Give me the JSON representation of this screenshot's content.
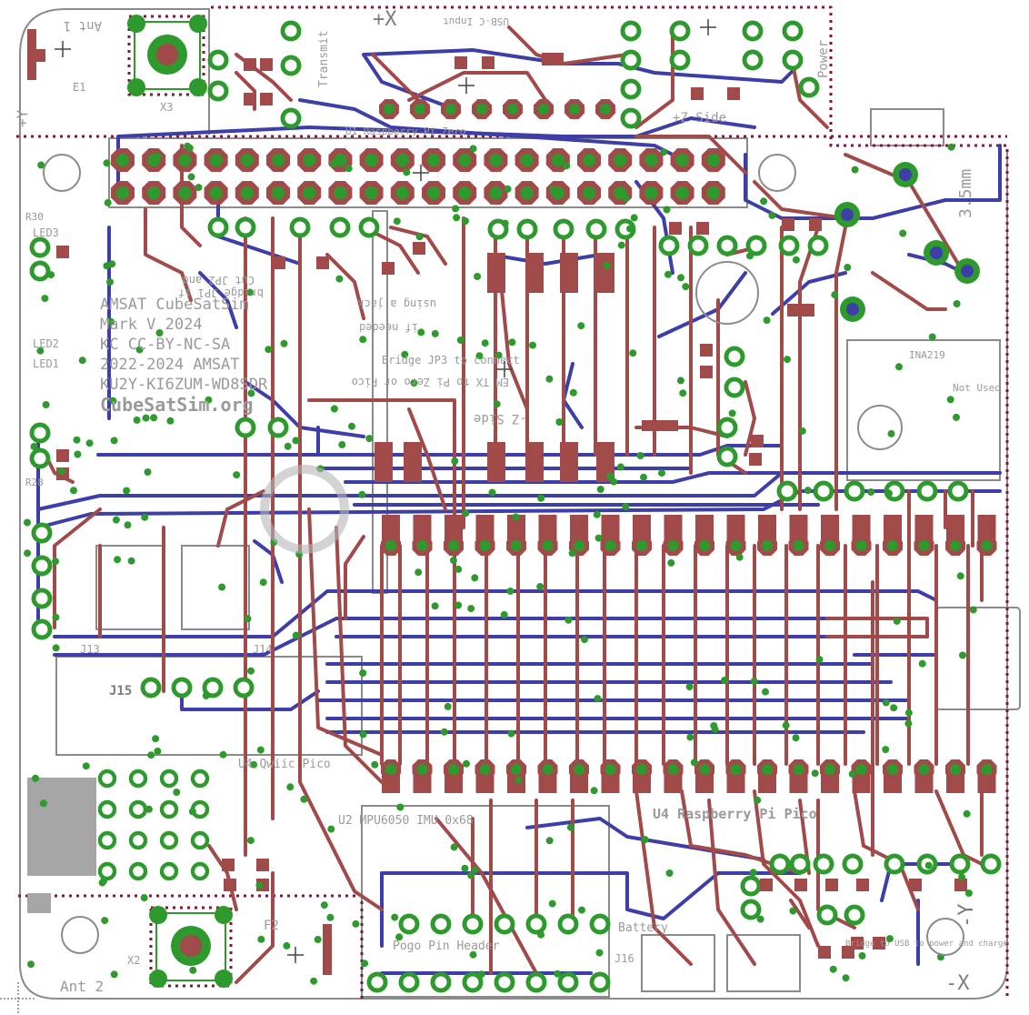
{
  "colors": {
    "background": "#ffffff",
    "top_copper": "#a04a4a",
    "bottom_copper": "#3e3ea8",
    "via": "#2e9a2e",
    "pad": "#a04a4a",
    "silkscreen": "#9a9a9a",
    "board_outline": "#7a1a3a"
  },
  "icons": [
    "antenna-connector-icon",
    "pad-icon",
    "via-icon",
    "mounting-hole-icon"
  ],
  "labels": {
    "antenna1": "Ant 1",
    "antenna2": "Ant 2",
    "transmit": "Transmit",
    "power": "Power",
    "usb_input": "USB-C Input",
    "side_z": "+Z Side",
    "side_y_minus": "-Y",
    "side_x_minus": "-X",
    "side_y_plus": "+Y",
    "side_x_plus": "+X",
    "jack_35": "3.5mm",
    "design_name": "AMSAT CubeSatSim",
    "mark_version": "Mark V 2024",
    "license": "KC CC-BY-NC-SA",
    "copyright": "2022-2024 AMSAT",
    "callsigns": "KU2Y-KI6ZUM-WD8SDR",
    "site": "CubeSatSim.org",
    "cut_jp2": "Cut JP2 and",
    "bridge_jp1": "bridge JP1 if",
    "using_jack": "using a jack",
    "if_needed": "if needed",
    "bridge_to_connect": "Bridge JP3 to connect",
    "lm_pi": "EM TX to Pi Zero or Pico",
    "side_label": "-Z Side",
    "pico_label": "U4 Raspberry Pi Pico",
    "u1_label": "U1 Raspberry Pi Zero",
    "qwiic_label": "U4 Qwiic Pico",
    "imu_label": "U2 MPU6050 IMU 0x68",
    "pogo_label": "Pogo Pin Header",
    "battery_label": "Battery",
    "jumper_j13": "J13",
    "jumper_j14": "J14",
    "j15_label": "J15",
    "j16_label": "J16",
    "led1": "LED1",
    "led2": "LED2",
    "led3": "LED3",
    "r30": "R30",
    "r28": "R28",
    "x3": "X3",
    "x2": "X2",
    "e1": "E1",
    "f2": "F2",
    "u_ina": "INA219",
    "not_used": "Not Used",
    "bridge_usb": "Bridge to USB to power and charge"
  }
}
